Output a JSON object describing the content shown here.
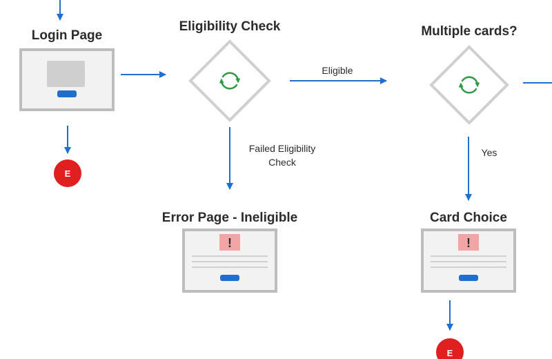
{
  "nodes": {
    "login": {
      "title": "Login Page"
    },
    "eligibility": {
      "title": "Eligibility Check"
    },
    "multiple_cards": {
      "title": "Multiple cards?"
    },
    "error_page": {
      "title": "Error Page - Ineligible",
      "alert_glyph": "!"
    },
    "card_choice": {
      "title": "Card Choice",
      "alert_glyph": "!"
    }
  },
  "edges": {
    "eligible": "Eligible",
    "failed": [
      "Failed Eligibility",
      "Check"
    ],
    "yes": "Yes"
  },
  "end_marker": "E",
  "icons": {
    "process": "refresh-icon",
    "alert": "exclamation-icon",
    "end": "error-end-icon"
  },
  "colors": {
    "arrow": "#1f6fd0",
    "frame_border": "#bdbdbd",
    "frame_fill": "#f2f2f2",
    "button": "#1f6fd0",
    "placeholder": "#cfcfcf",
    "alert_fill": "#f2a5a5",
    "cycle": "#2e9a43",
    "end_fill": "#e02020"
  }
}
